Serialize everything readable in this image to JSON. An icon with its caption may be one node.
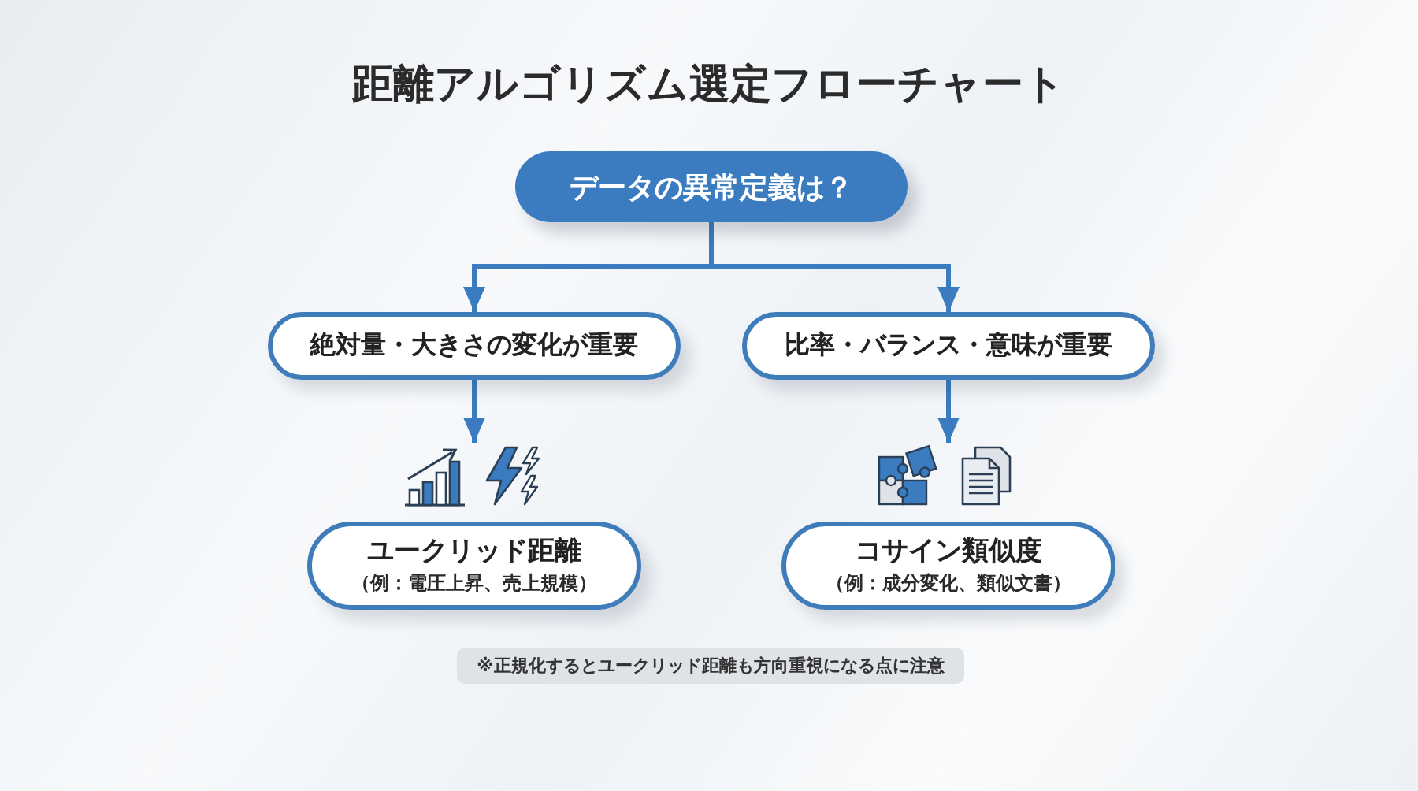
{
  "diagram": {
    "title": "距離アルゴリズム選定フローチャート",
    "nodes": [
      {
        "text": [
          "データの異常定義は？"
        ]
      },
      {
        "text": [
          "絶対量・大きさの変化が重要"
        ]
      },
      {
        "text": [
          "比率・バランス・意味が重要"
        ]
      },
      {
        "text": [],
        "shape": "picture"
      },
      {
        "text": [],
        "shape": "picture"
      },
      {
        "text": [
          "ユークリッド距離",
          "（例：電圧上昇、売上規模）"
        ]
      },
      {
        "text": [
          "コサイン類似度",
          "（例：成分変化、類似文書）"
        ]
      },
      {
        "text": [
          "※正規化するとユークリッド距離も方向重視になる点に注意"
        ]
      }
    ],
    "edges": [
      {
        "from": 0,
        "to": 1,
        "arrow": "to"
      },
      {
        "from": 0,
        "to": 2,
        "arrow": "to"
      },
      {
        "from": 1,
        "to": 3,
        "arrow": "to"
      },
      {
        "from": 2,
        "to": 4,
        "arrow": "to"
      }
    ]
  }
}
